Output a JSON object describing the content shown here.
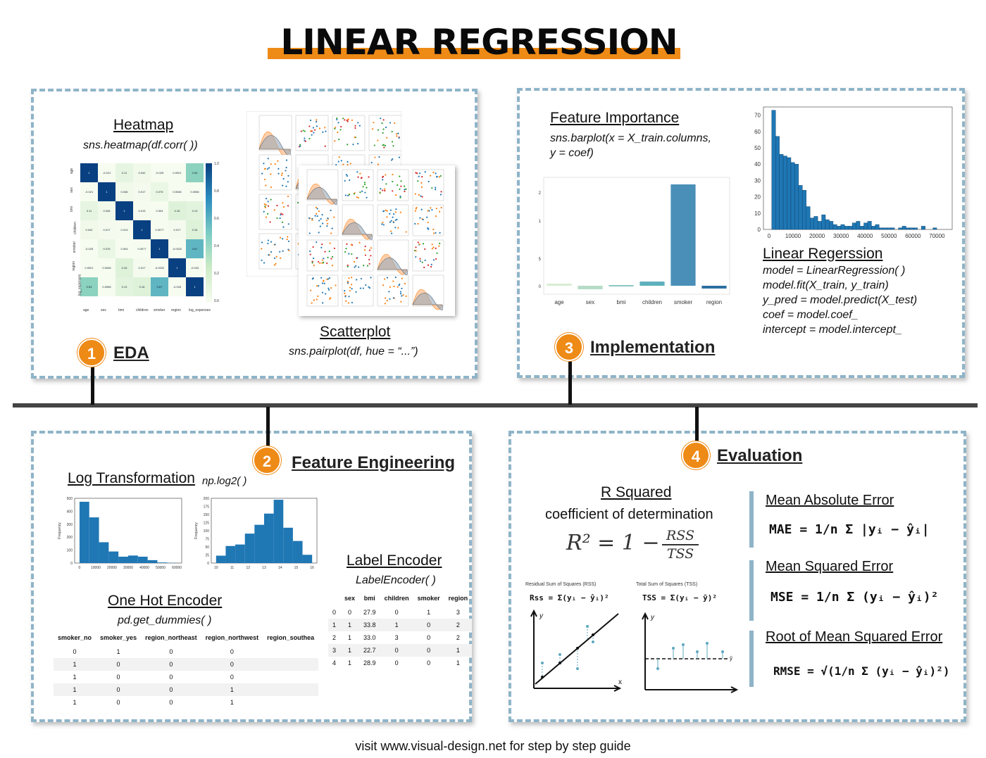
{
  "title": "LINEAR REGRESSION",
  "footer": "visit www.visual-design.net for step by step guide",
  "colors": {
    "accent": "#ee8a16",
    "panel_border": "#8fb4c8",
    "bar": "#1f77b4",
    "orange": "#ff7f0e"
  },
  "stages": [
    {
      "num": "1",
      "label": "EDA"
    },
    {
      "num": "2",
      "label": "Feature Engineering"
    },
    {
      "num": "3",
      "label": "Implementation"
    },
    {
      "num": "4",
      "label": "Evaluation"
    }
  ],
  "eda": {
    "heatmap_label": "Heatmap",
    "heatmap_code": "sns.heatmap(df.corr( ))",
    "scatter_label": "Scatterplot",
    "scatter_code": "sns.pairplot(df, hue = “...”)",
    "heatmap_vars": [
      "age",
      "sex",
      "bmi",
      "children",
      "smoker",
      "region",
      "log_expenses"
    ],
    "heatmap_values": [
      [
        "1",
        "-0.021",
        "0.11",
        "0.042",
        "-0.025",
        "0.0021",
        "0.53"
      ],
      [
        "-0.021",
        "1",
        "0.046",
        "0.017",
        "0.076",
        "0.0046",
        "0.0056"
      ],
      [
        "0.11",
        "0.046",
        "1",
        "0.013",
        "0.004",
        "0.16",
        "0.13"
      ],
      [
        "0.042",
        "0.017",
        "0.013",
        "1",
        "0.0077",
        "0.017",
        "0.16"
      ],
      [
        "-0.025",
        "0.076",
        "0.004",
        "0.0077",
        "1",
        "-0.0022",
        "0.67"
      ],
      [
        "0.0021",
        "0.0046",
        "0.16",
        "0.017",
        "-0.0022",
        "1",
        "-0.043"
      ],
      [
        "0.53",
        "0.0056",
        "0.13",
        "0.16",
        "0.67",
        "-0.043",
        "1"
      ]
    ],
    "colorbar_ticks": [
      "1.0",
      "0.8",
      "0.6",
      "0.4",
      "0.2",
      "0.0"
    ]
  },
  "fe": {
    "log_label": "Log Transformation",
    "log_code": "np.log2( )",
    "hist_left": {
      "ylabel": "Frequency",
      "yticks": [
        "500",
        "400",
        "300",
        "200",
        "100",
        "0"
      ],
      "xticks": [
        "0",
        "10000",
        "20000",
        "30000",
        "40000",
        "50000",
        "60000"
      ],
      "values": [
        530,
        395,
        180,
        100,
        55,
        65,
        55,
        25,
        5,
        2
      ]
    },
    "hist_right": {
      "ylabel": "Frequency",
      "yticks": [
        "200",
        "175",
        "150",
        "125",
        "100",
        "75",
        "50",
        "25",
        "0"
      ],
      "xticks": [
        "10",
        "11",
        "12",
        "13",
        "14",
        "15",
        "16"
      ],
      "values": [
        25,
        58,
        63,
        100,
        130,
        168,
        215,
        120,
        75,
        28
      ]
    },
    "ohe_label": "One Hot Encoder",
    "ohe_code": "pd.get_dummies( )",
    "ohe_columns": [
      "smoker_no",
      "smoker_yes",
      "region_northeast",
      "region_northwest",
      "region_southea"
    ],
    "ohe_rows": [
      [
        "0",
        "1",
        "0",
        "0",
        ""
      ],
      [
        "1",
        "0",
        "0",
        "0",
        ""
      ],
      [
        "1",
        "0",
        "0",
        "0",
        ""
      ],
      [
        "1",
        "0",
        "0",
        "1",
        ""
      ],
      [
        "1",
        "0",
        "0",
        "1",
        ""
      ]
    ],
    "le_label": "Label Encoder",
    "le_code": "LabelEncoder( )",
    "le_columns": [
      "",
      "sex",
      "bmi",
      "children",
      "smoker",
      "region"
    ],
    "le_rows": [
      [
        "0",
        "27.9",
        "0",
        "1",
        "3"
      ],
      [
        "1",
        "33.8",
        "1",
        "0",
        "2"
      ],
      [
        "1",
        "33.0",
        "3",
        "0",
        "2"
      ],
      [
        "1",
        "22.7",
        "0",
        "0",
        "1"
      ],
      [
        "1",
        "28.9",
        "0",
        "0",
        "1"
      ]
    ]
  },
  "impl": {
    "fi_label": "Feature Importance",
    "fi_code": [
      "sns.barplot(x = X_train.columns,",
      "y = coef)"
    ],
    "lr_label": "Linear Regerssion",
    "lr_code": [
      "model = LinearRegression( )",
      "model.fit(X_train, y_train)",
      "y_pred = model.predict(X_test)",
      "coef = model.coef_",
      "intercept = model.intercept_"
    ]
  },
  "eval": {
    "r2_label": "R Squared",
    "r2_sub": "coefficient of determination",
    "r2_formula_left": "R² = 1 −",
    "r2_formula_num": "RSS",
    "r2_formula_den": "TSS",
    "rss_title": "Residual Sum of Squares (RSS)",
    "tss_title": "Total Sum of Squares (TSS)",
    "rss_formula": "Rss = Σ(yᵢ − ŷᵢ)²",
    "tss_formula": "TSS = Σ(yᵢ − ȳ)²",
    "mae_label": "Mean Absolute Error",
    "mae_formula": "MAE = 1/n Σ |yᵢ − ŷᵢ|",
    "mse_label": "Mean Squared Error",
    "mse_formula": "MSE = 1/n Σ (yᵢ − ŷᵢ)²",
    "rmse_label": "Root of Mean Squared Error",
    "rmse_formula": "RMSE = √(1/n Σ (yᵢ − ŷᵢ)²)"
  },
  "chart_data": [
    {
      "type": "bar",
      "title": "",
      "categories": [
        "age",
        "sex",
        "bmi",
        "children",
        "smoker",
        "region"
      ],
      "values": [
        0.03,
        -0.05,
        0.01,
        0.06,
        1.45,
        -0.04
      ],
      "xlabel": "",
      "ylabel": "",
      "yticks": [
        "2",
        "1",
        "5",
        "0"
      ]
    },
    {
      "type": "bar",
      "title": "",
      "x": [
        1900,
        3500,
        5100,
        6700,
        8300,
        9900,
        11500,
        13100,
        14700,
        16300,
        17900,
        19500,
        21100,
        22700,
        24300,
        25900,
        27500,
        29100,
        30700,
        32300,
        33900,
        35500,
        37100,
        38700,
        40300,
        41900,
        43500,
        45100,
        46700,
        48300,
        49900,
        51500,
        53100,
        54700,
        56300,
        57900,
        59500,
        61100,
        62700,
        64300,
        65900,
        67500,
        69100,
        70700
      ],
      "values": [
        73,
        57,
        46,
        45,
        44,
        41,
        40,
        27,
        24,
        14,
        7,
        8,
        5,
        9,
        6,
        5,
        3,
        2,
        3,
        2,
        2,
        4,
        5,
        2,
        4,
        5,
        2,
        3,
        1,
        1,
        1,
        1,
        0,
        1,
        2,
        1,
        1,
        1,
        0,
        2,
        0,
        0,
        1,
        0
      ],
      "xticks": [
        "0",
        "10000",
        "20000",
        "30000",
        "40000",
        "50000",
        "60000",
        "70000"
      ],
      "yticks": [
        "70",
        "60",
        "50",
        "40",
        "30",
        "20",
        "10",
        "0"
      ],
      "xlim": [
        0,
        74000
      ],
      "ylim": [
        0,
        75
      ]
    }
  ]
}
